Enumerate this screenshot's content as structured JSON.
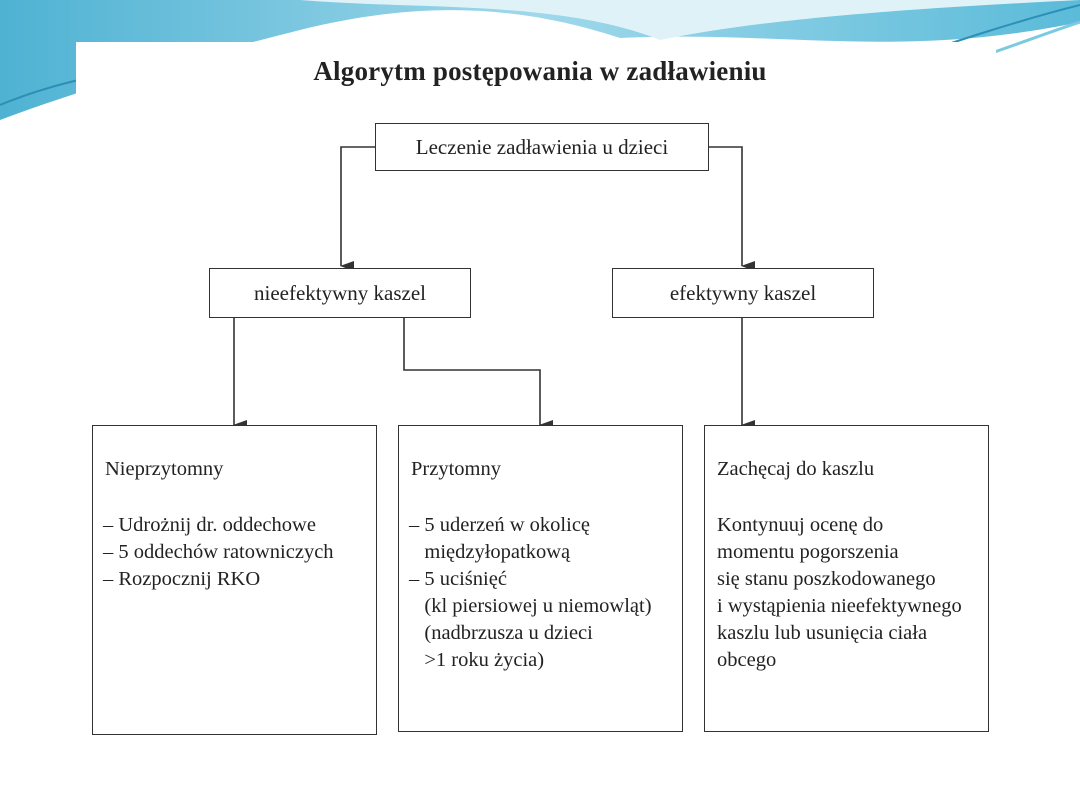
{
  "title": "Algorytm postępowania w zadławieniu",
  "root": {
    "label": "Leczenie zadławienia u dzieci"
  },
  "branches": {
    "ineffective": "nieefektywny kaszel",
    "effective": "efektywny kaszel"
  },
  "unconscious": {
    "heading": "Nieprzytomny",
    "items": [
      "– Udrożnij dr. oddechowe",
      "– 5 oddechów ratowniczych",
      "– Rozpocznij RKO"
    ]
  },
  "conscious": {
    "heading": "Przytomny",
    "items": [
      "– 5 uderzeń w okolicę",
      "   międzyłopatkową",
      "– 5 uciśnięć",
      "   (kl piersiowej u niemowląt)",
      "   (nadbrzusza u dzieci",
      "   >1 roku życia)"
    ]
  },
  "cough": {
    "heading": "Zachęcaj do kaszlu",
    "text": "Kontynuuj ocenę do\nmomentu pogorszenia\nsię stanu poszkodowanego\ni wystąpienia nieefektywnego\nkaszlu lub usunięcia ciała\nobcego"
  },
  "colors": {
    "background": "#ffffff",
    "accent_blue": "#6cc3dc",
    "accent_light": "#cbe9f2",
    "ink": "#222222"
  }
}
